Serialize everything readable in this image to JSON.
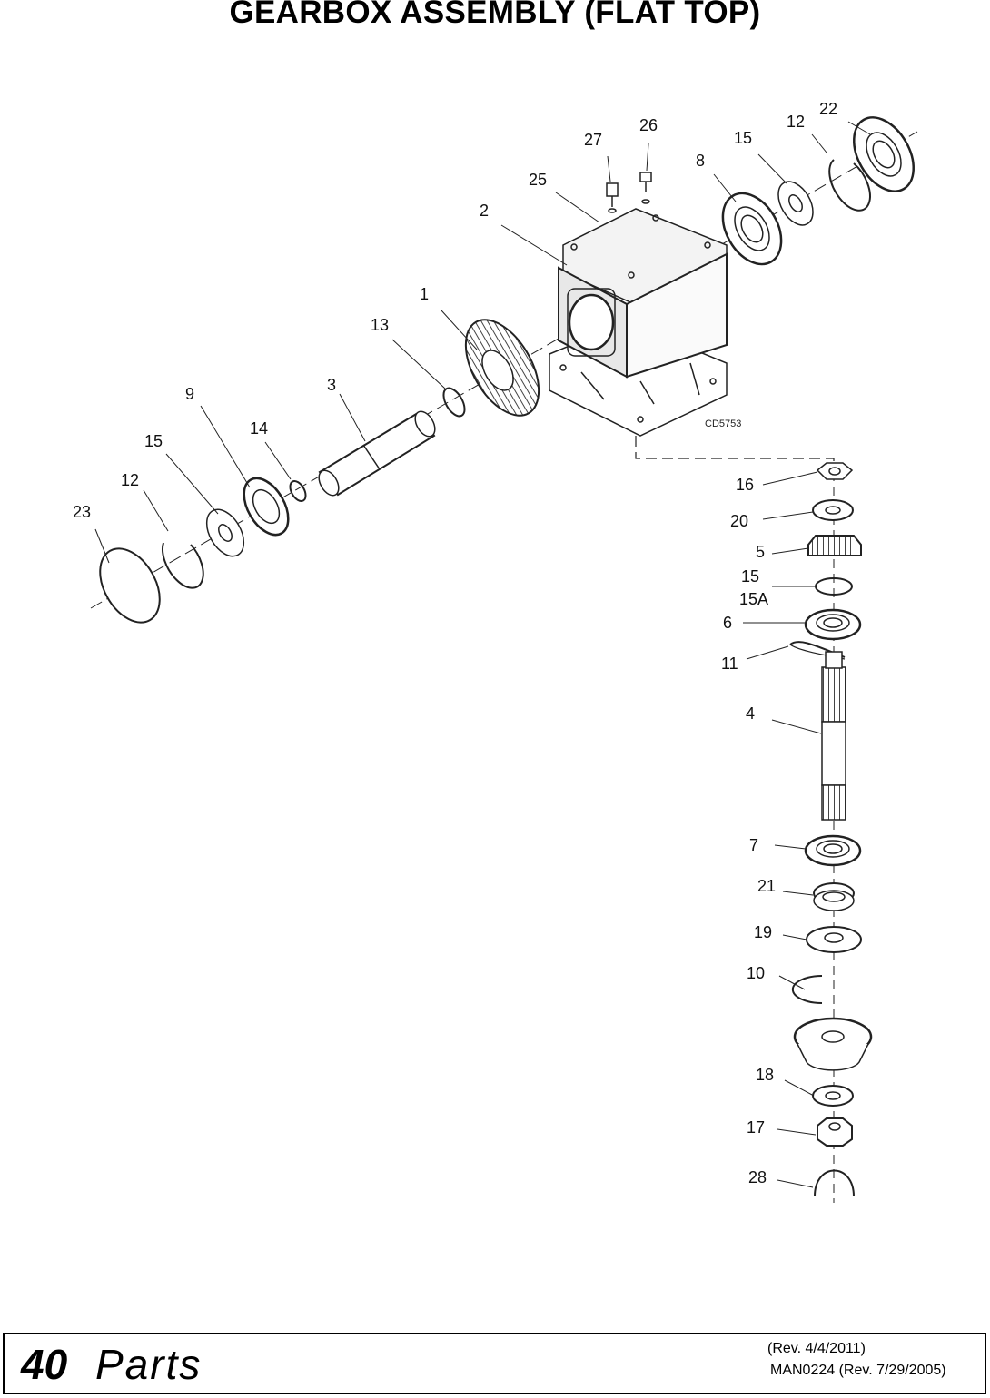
{
  "page": {
    "title": "GEARBOX ASSEMBLY (FLAT TOP)",
    "drawing_code": "CD5753"
  },
  "callouts": {
    "c1": "1",
    "c2": "2",
    "c3": "3",
    "c4": "4",
    "c5": "5",
    "c6": "6",
    "c7": "7",
    "c8": "8",
    "c9": "9",
    "c10": "10",
    "c11": "11",
    "c12a": "12",
    "c12b": "12",
    "c13": "13",
    "c14": "14",
    "c15a": "15",
    "c15b": "15",
    "c15c": "15",
    "c15A": "15A",
    "c16": "16",
    "c17": "17",
    "c18": "18",
    "c19": "19",
    "c20": "20",
    "c21": "21",
    "c22": "22",
    "c23": "23",
    "c25": "25",
    "c26": "26",
    "c27": "27",
    "c28": "28"
  },
  "footer": {
    "page_number": "40",
    "section": "Parts",
    "revision": "(Rev.  4/4/2011)",
    "manual": "MAN0224 (Rev. 7/29/2005)"
  }
}
